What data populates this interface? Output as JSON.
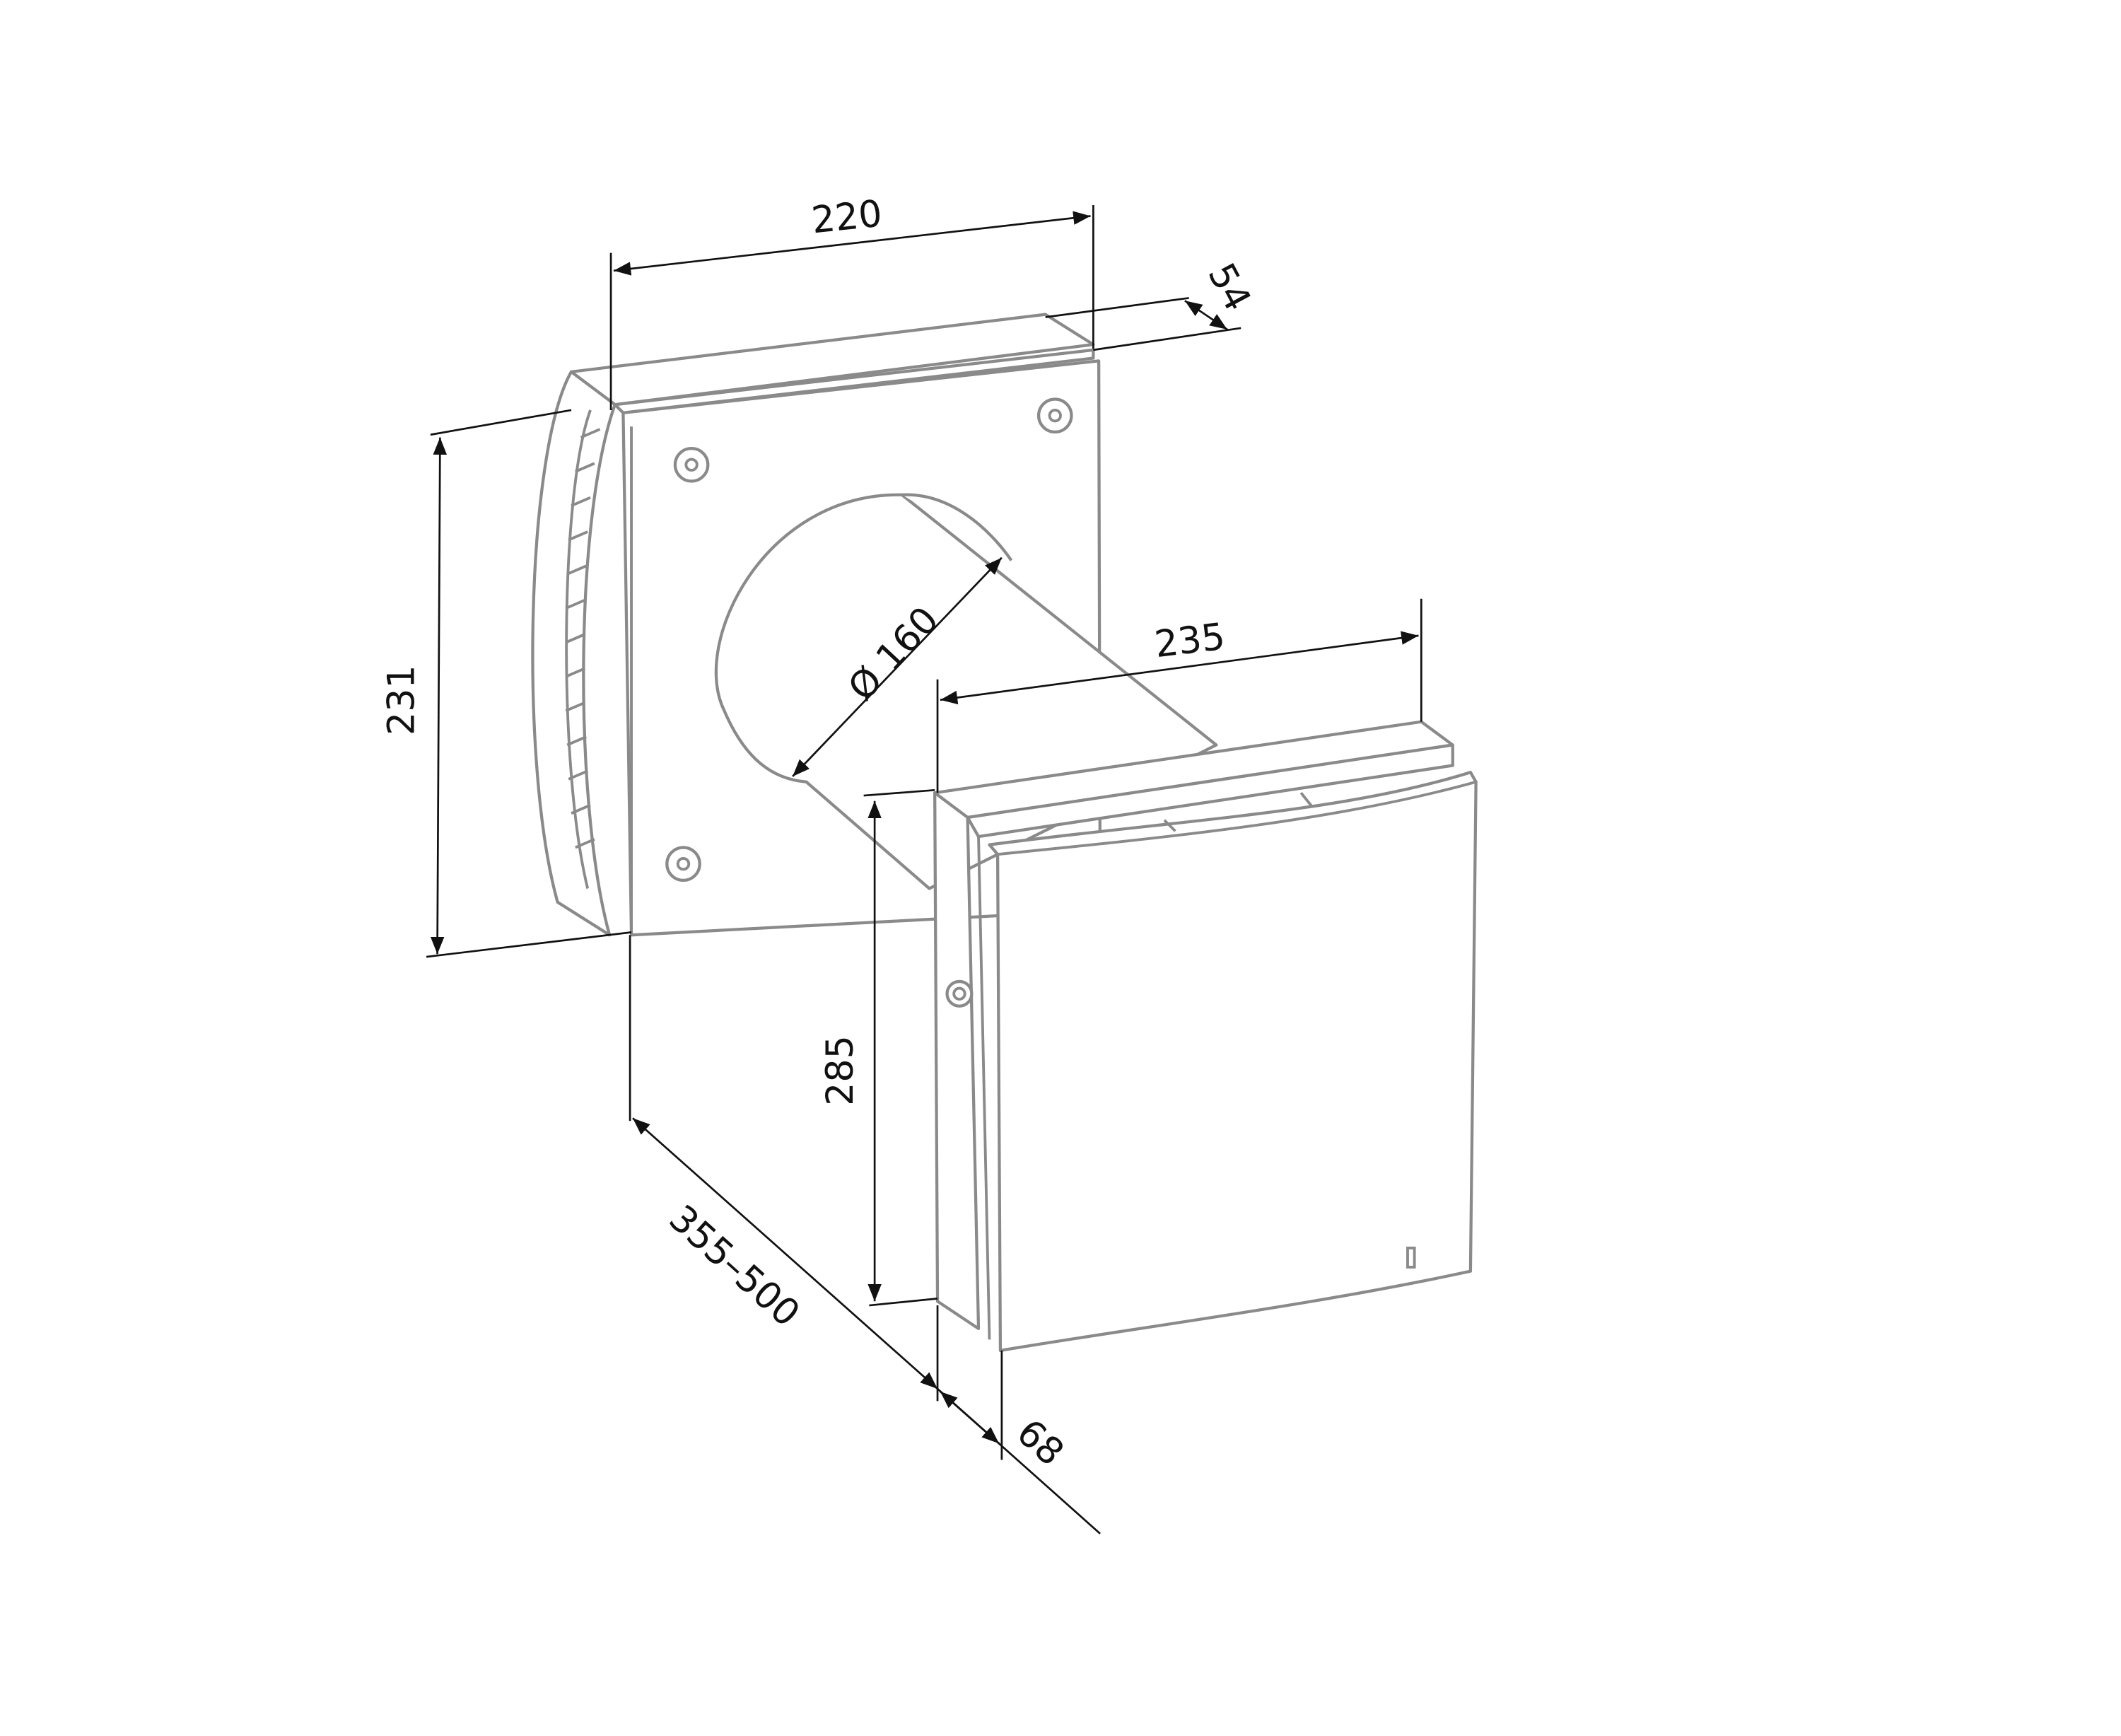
{
  "dimensions": {
    "top_width": "220",
    "depth_back": "54",
    "back_height": "231",
    "duct_diameter": "Ø 160",
    "front_width": "235",
    "front_height": "285",
    "wall_thickness": "355–500",
    "front_depth": "68"
  },
  "colors": {
    "outline": "#8a8a8a",
    "dimension": "#111111"
  }
}
